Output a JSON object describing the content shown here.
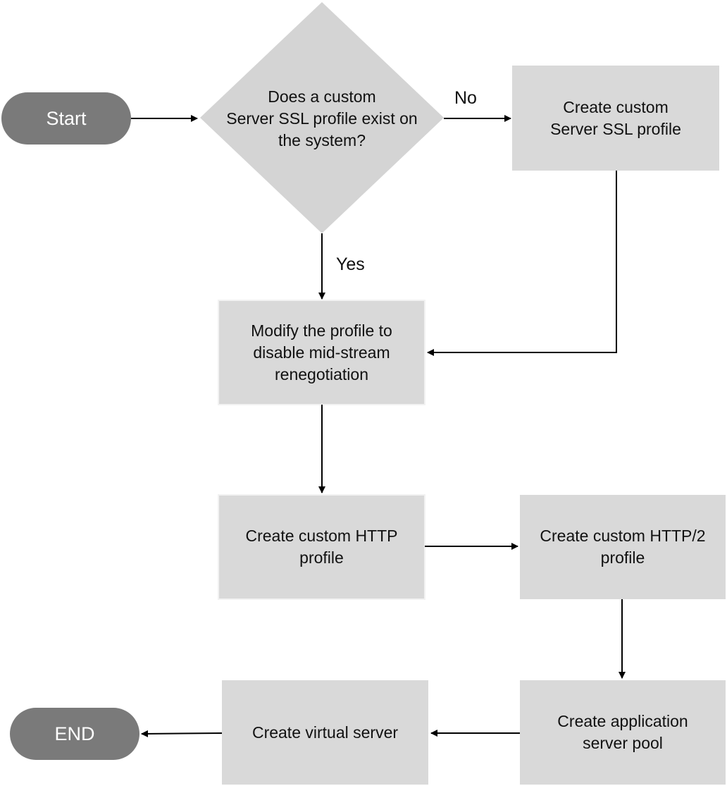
{
  "nodes": {
    "start": "Start",
    "decision": "Does a custom\nServer SSL profile exist on\nthe system?",
    "create_ssl": "Create custom\nServer SSL profile",
    "modify": "Modify the profile to\ndisable mid-stream\nrenegotiation",
    "http": "Create custom HTTP\nprofile",
    "http2": "Create custom HTTP/2\nprofile",
    "pool": "Create application\nserver pool",
    "vs": "Create virtual server",
    "end": "END"
  },
  "edge_labels": {
    "no": "No",
    "yes": "Yes"
  },
  "colors": {
    "box_fill": "#d9d9d9",
    "box_border": "#f2f2f2",
    "decision_fill": "#d4d4d4",
    "terminal_fill": "#7a7a7a",
    "line": "#000000"
  }
}
